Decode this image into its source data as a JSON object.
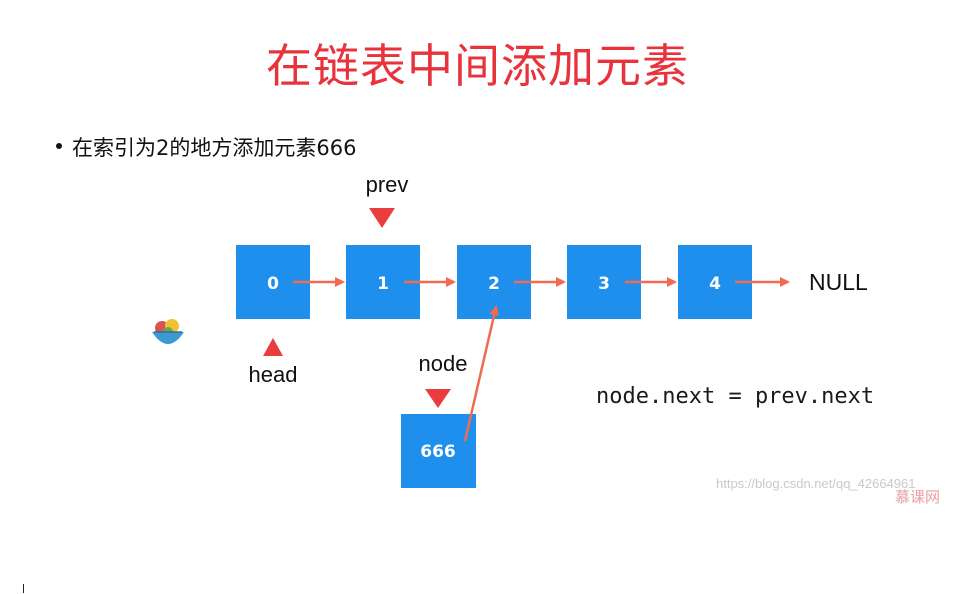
{
  "title": "在链表中间添加元素",
  "bullet": "在索引为2的地方添加元素666",
  "nodes": [
    "0",
    "1",
    "2",
    "3",
    "4"
  ],
  "null_label": "NULL",
  "new_node": "666",
  "pointers": {
    "prev": "prev",
    "head": "head",
    "node": "node"
  },
  "code": "node.next = prev.next",
  "watermark": "https://blog.csdn.net/qq_42664961",
  "brand": "慕课网",
  "colors": {
    "title": "#e8323c",
    "node_fill": "#1e8fec",
    "arrow": "#f26a4f",
    "pointer": "#ea3e3e"
  },
  "icons": {
    "avatar": "fruit-bowl-icon"
  }
}
